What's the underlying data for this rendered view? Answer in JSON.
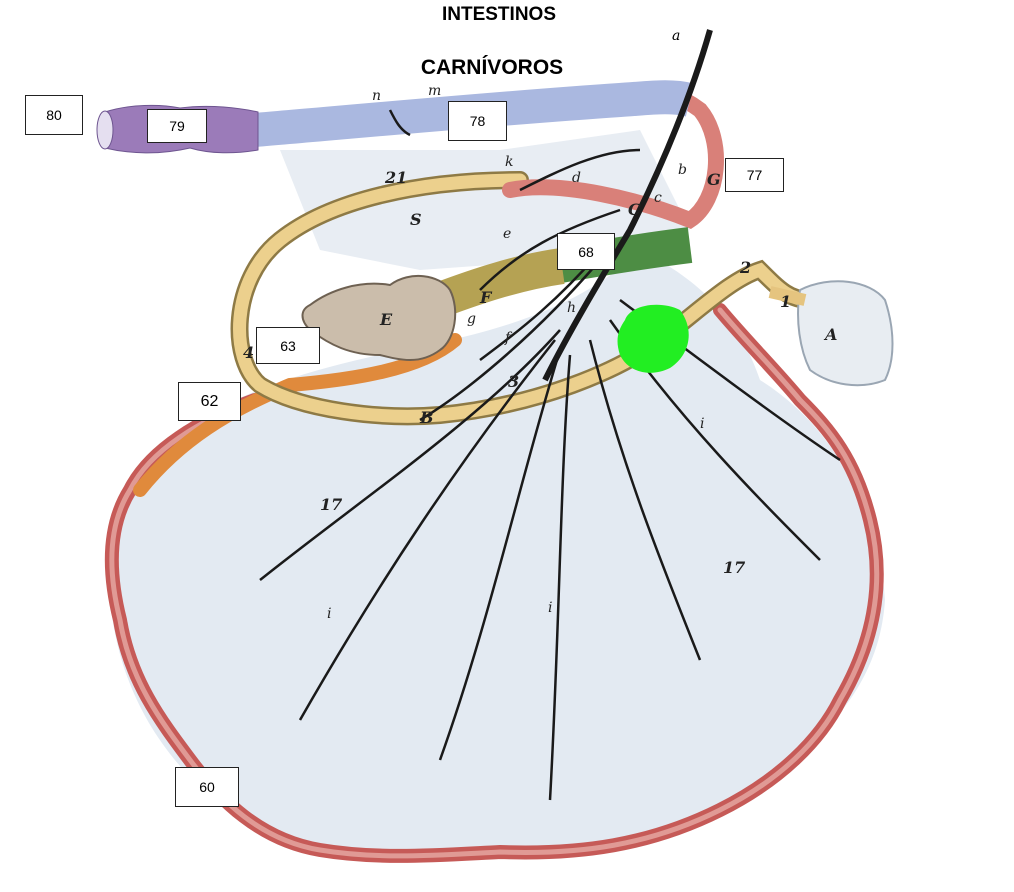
{
  "header": {
    "title": "INTESTINOS",
    "subtitle": "CARNÍVOROS"
  },
  "labels": {
    "l80": "80",
    "l79": "79",
    "l78": "78",
    "l77": "77",
    "l68": "68",
    "l63": "63",
    "l62": "62",
    "l60": "60"
  },
  "figure_letters": {
    "a": "a",
    "b": "b",
    "c": "c",
    "d": "d",
    "e": "e",
    "f": "f",
    "g": "g",
    "h": "h",
    "i1": "i",
    "i2": "i",
    "i3": "i",
    "k": "k",
    "m": "m",
    "n": "n",
    "A": "A",
    "B": "B",
    "C": "C",
    "E": "E",
    "F": "F",
    "G": "G",
    "S": "S",
    "n1": "1",
    "n2": "2",
    "n3": "3",
    "n4": "4",
    "n17a": "17",
    "n17b": "17",
    "n21": "21"
  },
  "colors": {
    "jejunum": "#d98079",
    "ileum": "#e5c47f",
    "cecum": "#cbbdab",
    "colon_ascending": "#b5a253",
    "colon_transverse": "#4d8d44",
    "colon_descending": "#aab8e0",
    "rectum": "#9b7bb9",
    "duodenum_orange": "#e08a3c",
    "mesentery": "#dfe7f0",
    "vessel": "#1a1a1a",
    "marker_green": "#22ee22"
  }
}
